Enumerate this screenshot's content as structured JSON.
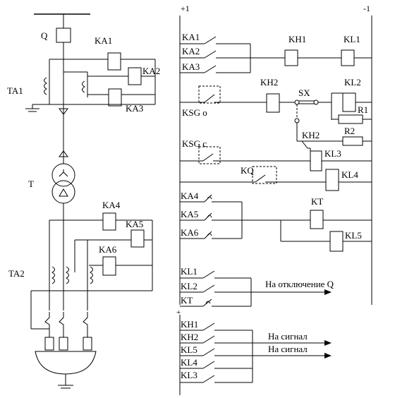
{
  "left": {
    "breaker": "Q",
    "relays_top": [
      "KA1",
      "KA2",
      "KA3"
    ],
    "ct_top": "TA1",
    "transformer": "T",
    "relays_bottom": [
      "KA4",
      "KA5",
      "KA6"
    ],
    "ct_bottom": "TA2"
  },
  "right": {
    "bus_plus": "+1",
    "bus_minus": "-1",
    "contacts_ka_top": [
      "KA1",
      "KA2",
      "KA3"
    ],
    "kh1": "KH1",
    "kl1": "KL1",
    "ksg_o": "KSG o",
    "kh2_upper": "KH2",
    "sx": "SX",
    "kl2": "KL2",
    "r1": "R1",
    "kh2_lower": "KH2",
    "r2": "R2",
    "ksg_c": "KSG c",
    "kl3": "KL3",
    "kq": "KQ",
    "kl4": "KL4",
    "contacts_ka_bottom": [
      "KA4",
      "KA5",
      "KA6"
    ],
    "kt": "KT",
    "kl5": "KL5",
    "trip_contacts": [
      "KL1",
      "KL2",
      "KT"
    ],
    "trip_text": "На отключение Q",
    "plus_mark": "+",
    "signal_contacts": [
      "KH1",
      "KH2",
      "KL5",
      "KL4",
      "KL3"
    ],
    "signal_text_1": "На сигнал",
    "signal_text_2": "На сигнал"
  }
}
